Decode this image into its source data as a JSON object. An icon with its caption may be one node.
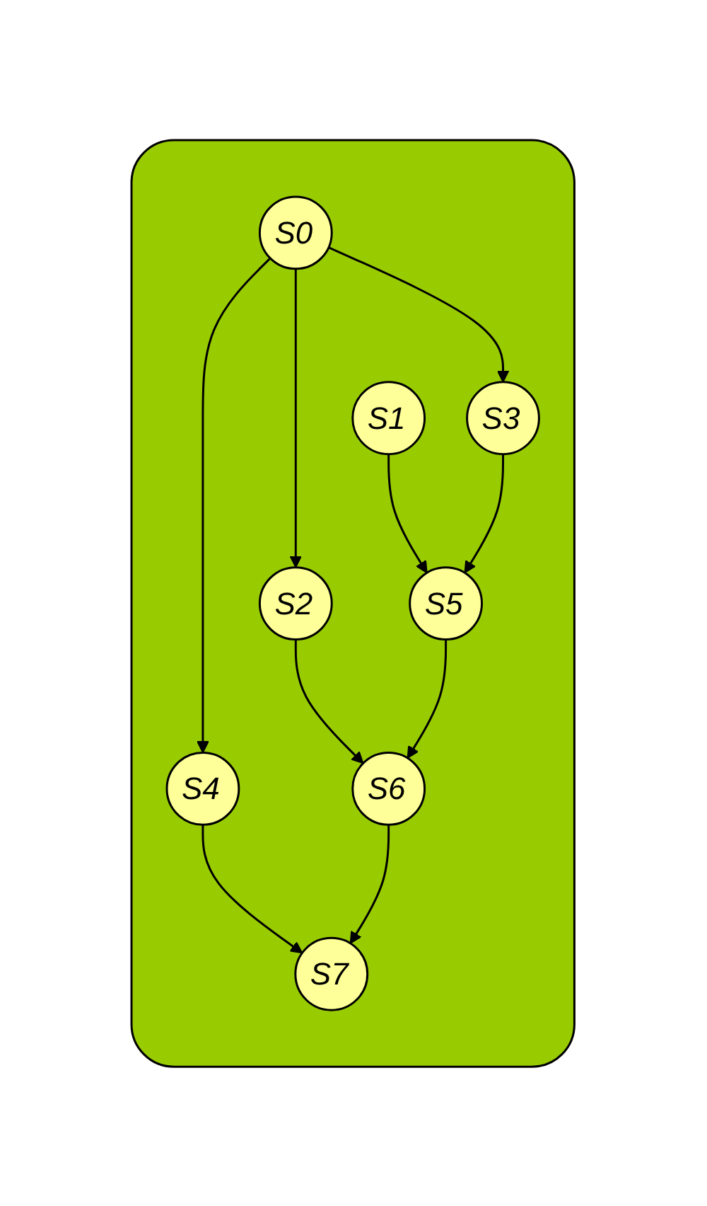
{
  "diagram": {
    "nodes": [
      {
        "text": [],
        "shape": "box"
      },
      {
        "text": [
          "S0"
        ],
        "in": 0
      },
      {
        "text": [
          "S1"
        ],
        "in": 0
      },
      {
        "text": [
          "S2"
        ],
        "in": 0
      },
      {
        "text": [
          "S3"
        ],
        "in": 0
      },
      {
        "text": [
          "S4"
        ],
        "in": 0
      },
      {
        "text": [
          "S5"
        ],
        "in": 0
      },
      {
        "text": [
          "S6"
        ],
        "in": 0
      },
      {
        "text": [
          "S7"
        ],
        "in": 0
      }
    ],
    "edges": [
      {
        "from": 1,
        "to": 3,
        "arrow": "to"
      },
      {
        "from": 1,
        "to": 4,
        "arrow": "to"
      },
      {
        "from": 1,
        "to": 5,
        "arrow": "to"
      },
      {
        "from": 2,
        "to": 6,
        "arrow": "to"
      },
      {
        "from": 3,
        "to": 7,
        "arrow": "to"
      },
      {
        "from": 4,
        "to": 6,
        "arrow": "to"
      },
      {
        "from": 5,
        "to": 8,
        "arrow": "to"
      },
      {
        "from": 6,
        "to": 7,
        "arrow": "to"
      },
      {
        "from": 7,
        "to": 8,
        "arrow": "to"
      }
    ]
  }
}
